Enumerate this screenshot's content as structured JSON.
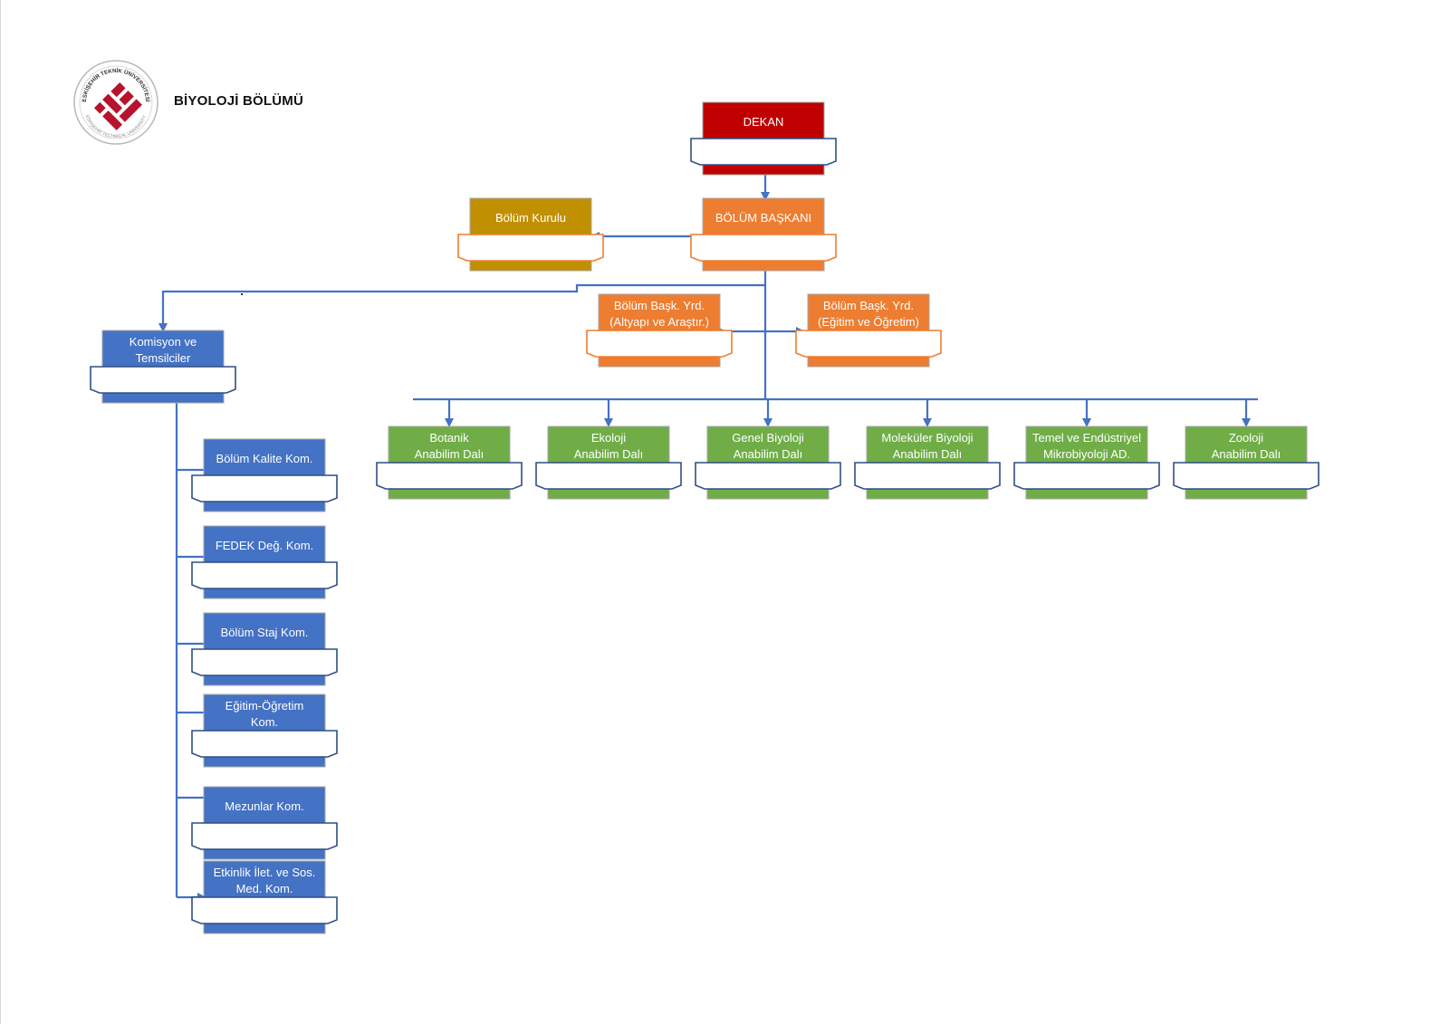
{
  "page_title": "BİYOLOJİ BÖLÜMÜ",
  "logo": {
    "text_top": "ESKİŞEHİR TEKNİK ÜNİVERSİTESİ",
    "text_bottom": "ESKİŞEHİR TECHNICAL UNIVERSITY"
  },
  "colors": {
    "red": "#c00000",
    "orange": "#ed7d31",
    "gold": "#c09000",
    "blue": "#4472c4",
    "green": "#70ad47",
    "connector": "#4472c4",
    "frame_border": "#2f4f80"
  },
  "nodes": {
    "dekan": {
      "lines": [
        "DEKAN"
      ]
    },
    "bolum_baskani": {
      "lines": [
        "BÖLÜM BAŞKANI"
      ]
    },
    "bolum_kurulu": {
      "lines": [
        "Bölüm Kurulu"
      ]
    },
    "yrd_altyapi": {
      "lines": [
        "Bölüm Başk. Yrd.",
        "(Altyapı ve Araştır.)"
      ]
    },
    "yrd_egitim": {
      "lines": [
        "Bölüm Başk. Yrd.",
        "(Eğitim ve Öğretim)"
      ]
    },
    "komisyon": {
      "lines": [
        "Komisyon ve",
        "Temsilciler"
      ]
    },
    "committees": [
      {
        "id": "kalite",
        "lines": [
          "Bölüm Kalite Kom."
        ]
      },
      {
        "id": "fedek",
        "lines": [
          "FEDEK Değ. Kom."
        ]
      },
      {
        "id": "staj",
        "lines": [
          "Bölüm Staj Kom."
        ]
      },
      {
        "id": "egitim",
        "lines": [
          "Eğitim-Öğretim",
          "Kom."
        ]
      },
      {
        "id": "mezunlar",
        "lines": [
          "Mezunlar Kom."
        ]
      },
      {
        "id": "etkinlik",
        "lines": [
          "Etkinlik İlet. ve Sos.",
          "Med. Kom."
        ]
      }
    ],
    "departments": [
      {
        "id": "botanik",
        "lines": [
          "Botanik",
          "Anabilim Dalı"
        ]
      },
      {
        "id": "ekoloji",
        "lines": [
          "Ekoloji",
          "Anabilim Dalı"
        ]
      },
      {
        "id": "genel-biyoloji",
        "lines": [
          "Genel Biyoloji",
          "Anabilim Dalı"
        ]
      },
      {
        "id": "molekuler-biyoloji",
        "lines": [
          "Moleküler Biyoloji",
          "Anabilim Dalı"
        ]
      },
      {
        "id": "mikrobiyoloji",
        "lines": [
          "Temel ve Endüstriyel",
          "Mikrobiyoloji AD."
        ]
      },
      {
        "id": "zooloji",
        "lines": [
          "Zooloji",
          "Anabilim Dalı"
        ]
      }
    ]
  }
}
